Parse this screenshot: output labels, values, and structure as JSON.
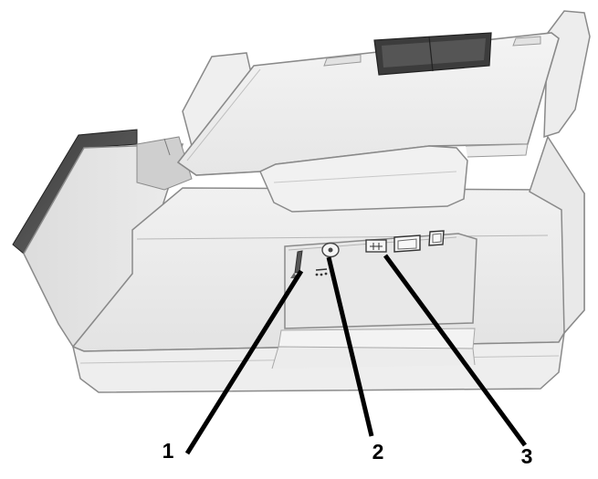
{
  "callouts": [
    {
      "number": "1"
    },
    {
      "number": "2"
    },
    {
      "number": "3"
    }
  ]
}
